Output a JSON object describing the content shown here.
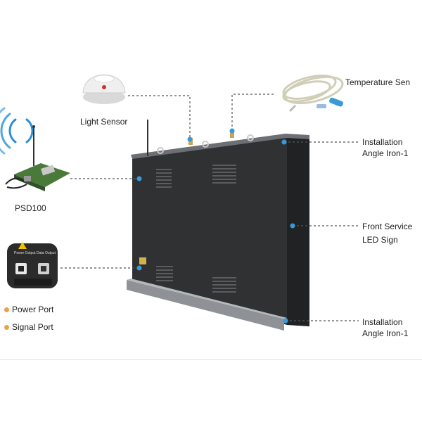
{
  "labels": {
    "light_sensor": "Light Sensor",
    "temperature_sensor": "Temperature Sen",
    "psd100": "PSD100",
    "installation_top_line1": "Installation",
    "installation_top_line2": "Angle Iron-1",
    "front_service_line1": "Front Service",
    "front_service_line2": "LED Sign",
    "installation_bottom_line1": "Installation",
    "installation_bottom_line2": "Angle Iron-1",
    "power_port": "Power Port",
    "signal_port": "Signal Port"
  },
  "port_panel": {
    "power_text": "Power Output",
    "data_text": "Data Output"
  },
  "colors": {
    "callout_dot": "#3a9ad9",
    "bullet": "#e8a24a",
    "cabinet": "#2f3133",
    "leader_line": "#555555",
    "wifi": "#2a8fd6"
  }
}
